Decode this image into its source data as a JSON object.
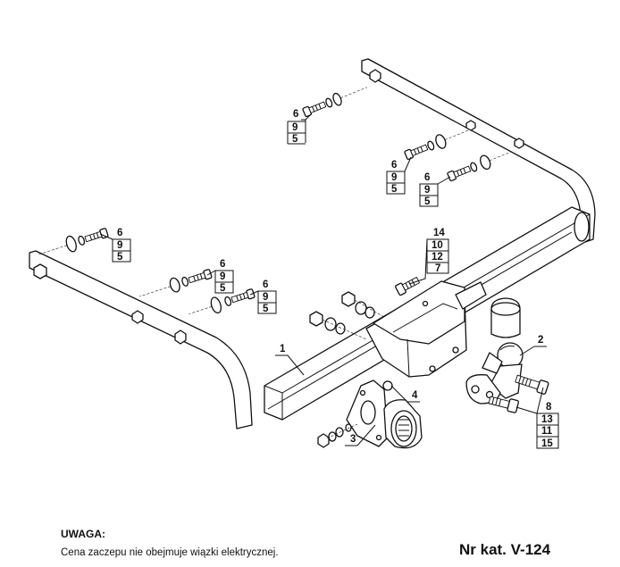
{
  "callouts": {
    "main_beam": "1",
    "tow_ball": "2",
    "socket_plate": "3",
    "clamp_bracket": "4",
    "ball_bolts": [
      "8",
      "13",
      "11",
      "15"
    ],
    "center_bolt": [
      "14",
      "10",
      "12",
      "7"
    ],
    "fastener_groups": [
      [
        "6",
        "9",
        "5"
      ],
      [
        "6",
        "9",
        "5"
      ],
      [
        "6",
        "9",
        "5"
      ],
      [
        "6",
        "9",
        "5"
      ],
      [
        "6",
        "9",
        "5"
      ],
      [
        "6",
        "9",
        "5"
      ]
    ]
  },
  "note": {
    "title": "UWAGA:",
    "text": "Cena zaczepu nie obejmuje wiązki elektrycznej."
  },
  "catalog": "Nr kat. V-124"
}
